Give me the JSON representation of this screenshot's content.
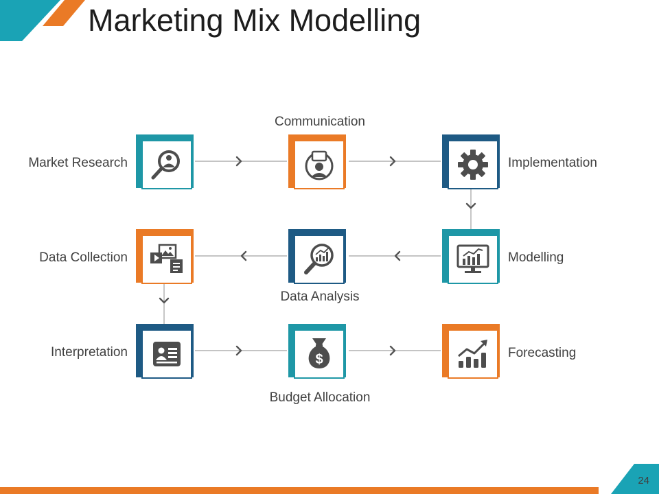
{
  "title": "Marketing Mix Modelling",
  "page_number": "24",
  "colors": {
    "teal": "#1e97a6",
    "orange": "#ea7a26",
    "navy": "#1e5a84",
    "icon": "#4d4d4d",
    "line": "#a0a0a0"
  },
  "steps": [
    {
      "label": "Market Research",
      "icon": "magnifier-user-icon",
      "color": "teal"
    },
    {
      "label": "Communication",
      "icon": "chat-user-icon",
      "color": "orange"
    },
    {
      "label": "Implementation",
      "icon": "gear-icon",
      "color": "navy"
    },
    {
      "label": "Modelling",
      "icon": "monitor-chart-icon",
      "color": "teal"
    },
    {
      "label": "Data Analysis",
      "icon": "magnifier-chart-icon",
      "color": "navy"
    },
    {
      "label": "Data Collection",
      "icon": "media-files-icon",
      "color": "orange"
    },
    {
      "label": "Interpretation",
      "icon": "id-card-icon",
      "color": "navy"
    },
    {
      "label": "Budget Allocation",
      "icon": "money-bag-icon",
      "color": "teal"
    },
    {
      "label": "Forecasting",
      "icon": "growth-chart-icon",
      "color": "orange"
    }
  ]
}
